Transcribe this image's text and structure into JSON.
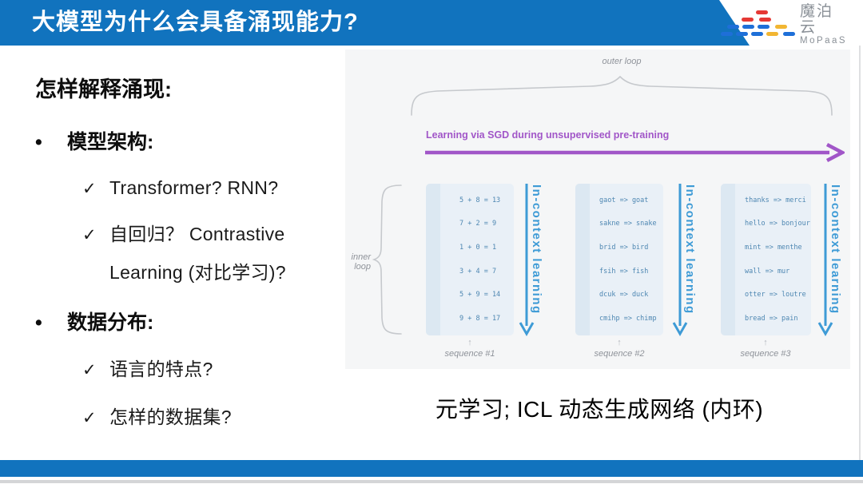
{
  "header": {
    "title": "大模型为什么会具备涌现能力?"
  },
  "logo": {
    "name": "魔泊云",
    "subtitle": "MoPaaS"
  },
  "outline": {
    "heading": "怎样解释涌现:",
    "bullet_glyph": "•",
    "check_glyph": "✓",
    "bullets": [
      {
        "label": "模型架构:",
        "items": [
          {
            "lines": [
              "Transformer? RNN?",
              ""
            ]
          },
          {
            "lines": [
              "自回归？ Contrastive",
              "Learning (对比学习)?"
            ]
          }
        ]
      },
      {
        "label": "数据分布:",
        "items": [
          {
            "lines": [
              "语言的特点?",
              ""
            ]
          },
          {
            "lines": [
              "怎样的数据集?",
              ""
            ]
          }
        ]
      }
    ]
  },
  "figure": {
    "outer_loop_label": "outer loop",
    "inner_loop_label": "inner loop",
    "sgd_arrow_label": "Learning via SGD during unsupervised pre-training",
    "in_context_label": "In-context learning",
    "up_arrow_glyph": "↑",
    "sequences": [
      {
        "label": "sequence #1",
        "rows": [
          "5 + 8 = 13",
          "7 + 2 = 9",
          "1 + 0 = 1",
          "3 + 4 = 7",
          "5 + 9 = 14",
          "9 + 8 = 17"
        ]
      },
      {
        "label": "sequence #2",
        "rows": [
          "gaot => goat",
          "sakne => snake",
          "brid => bird",
          "fsih => fish",
          "dcuk => duck",
          "cmihp => chimp"
        ]
      },
      {
        "label": "sequence #3",
        "rows": [
          "thanks => merci",
          "hello => bonjour",
          "mint => menthe",
          "wall => mur",
          "otter => loutre",
          "bread => pain"
        ]
      }
    ]
  },
  "caption": "元学习; ICL 动态生成网络 (内环)",
  "colors": {
    "header_blue": "#1173BE",
    "footer_blue": "#1173BE",
    "sgd_purple": "#A156C8",
    "icl_blue": "#3E9BD6",
    "sequence_text_blue": "#4E87B2",
    "panel_bg": "#E9F0F7",
    "figure_bg": "#F5F6F7",
    "logo_red": "#E53935",
    "logo_blue": "#1E6FD8",
    "logo_yellow": "#F2B632"
  }
}
